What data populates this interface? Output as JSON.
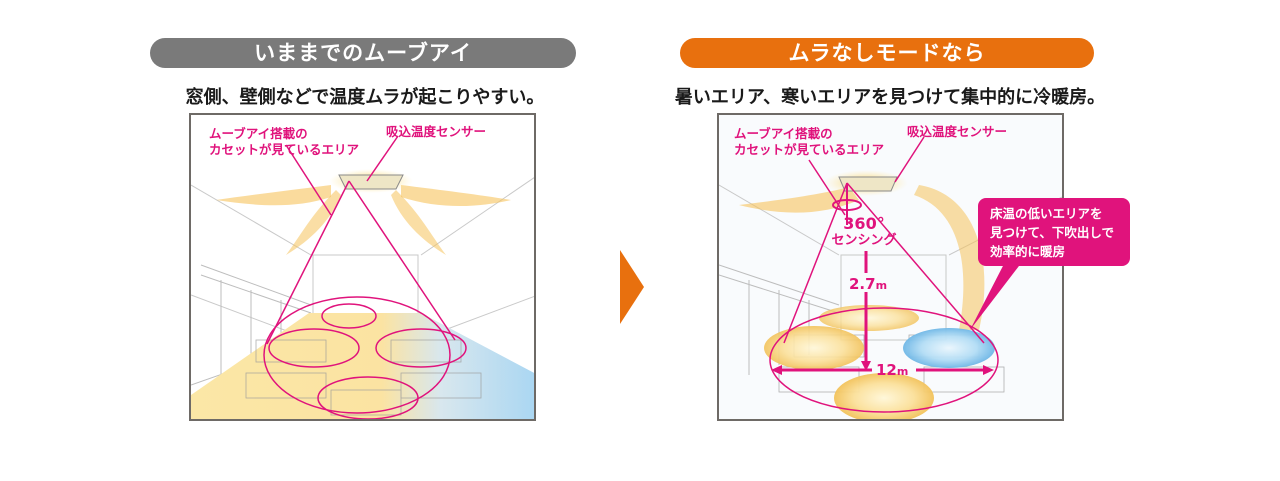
{
  "left": {
    "header": "いままでのムーブアイ",
    "subtitle": "窓側、壁側などで温度ムラが起こりやすい。",
    "labels": {
      "area_line1": "ムーブアイ搭載の",
      "area_line2": "カセットが見ているエリア",
      "sensor": "吸込温度センサー"
    }
  },
  "right": {
    "header": "ムラなしモードなら",
    "subtitle": "暑いエリア、寒いエリアを見つけて集中的に冷暖房。",
    "labels": {
      "area_line1": "ムーブアイ搭載の",
      "area_line2": "カセットが見ているエリア",
      "sensor": "吸込温度センサー",
      "sensing_angle": "360°",
      "sensing_text": "センシング",
      "height_value": "2.7",
      "height_unit": "m",
      "width_value": "12",
      "width_unit": "m"
    },
    "callout": {
      "line1": "床温の低いエリアを",
      "line2": "見つけて、下吹出しで",
      "line3": "効率的に暖房"
    }
  },
  "colors": {
    "gray_pill": "#7a7a7a",
    "orange_pill": "#e8700e",
    "magenta": "#e0137c",
    "warm_yellow": "#f7d57a",
    "cool_blue": "#9fd1ef",
    "frame": "#6e6a66"
  }
}
